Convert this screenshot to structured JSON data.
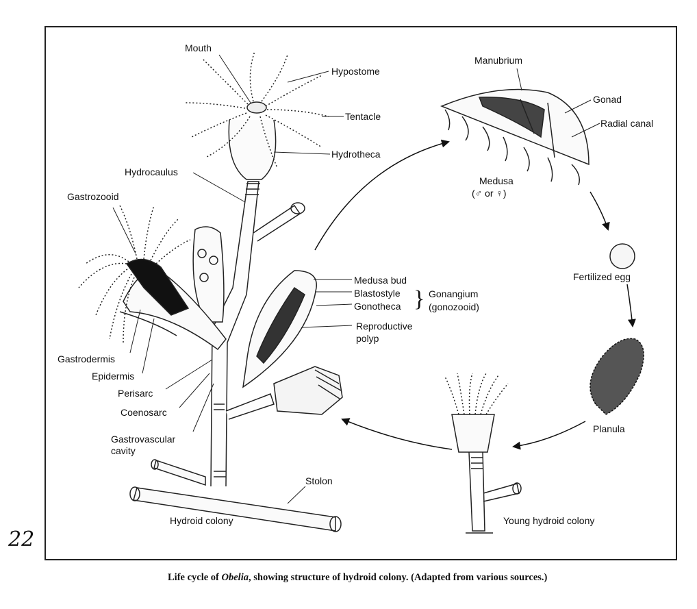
{
  "page_number": "22",
  "caption": {
    "prefix": "Life cycle of ",
    "organism": "Obelia",
    "suffix": ", showing structure of hydroid colony. (Adapted from various sources.)"
  },
  "labels": {
    "mouth": "Mouth",
    "hypostome": "Hypostome",
    "tentacle": "Tentacle",
    "hydrotheca": "Hydrotheca",
    "hydrocaulus": "Hydrocaulus",
    "gastrozooid": "Gastrozooid",
    "gastrodermis": "Gastrodermis",
    "epidermis": "Epidermis",
    "perisarc": "Perisarc",
    "coenosarc": "Coenosarc",
    "gastrovascular_1": "Gastrovascular",
    "gastrovascular_2": "cavity",
    "hydroid_colony": "Hydroid colony",
    "stolon": "Stolon",
    "medusa_bud": "Medusa bud",
    "blastostyle": "Blastostyle",
    "gonotheca": "Gonotheca",
    "gonangium": "Gonangium",
    "gonozooid": "(gonozooid)",
    "reproductive_polyp_1": "Reproductive",
    "reproductive_polyp_2": "polyp",
    "manubrium": "Manubrium",
    "gonad": "Gonad",
    "radial_canal": "Radial canal",
    "medusa": "Medusa",
    "medusa_sex": "(♂ or ♀)",
    "fertilized_egg": "Fertilized egg",
    "planula": "Planula",
    "young_hydroid_colony": "Young hydroid colony"
  }
}
